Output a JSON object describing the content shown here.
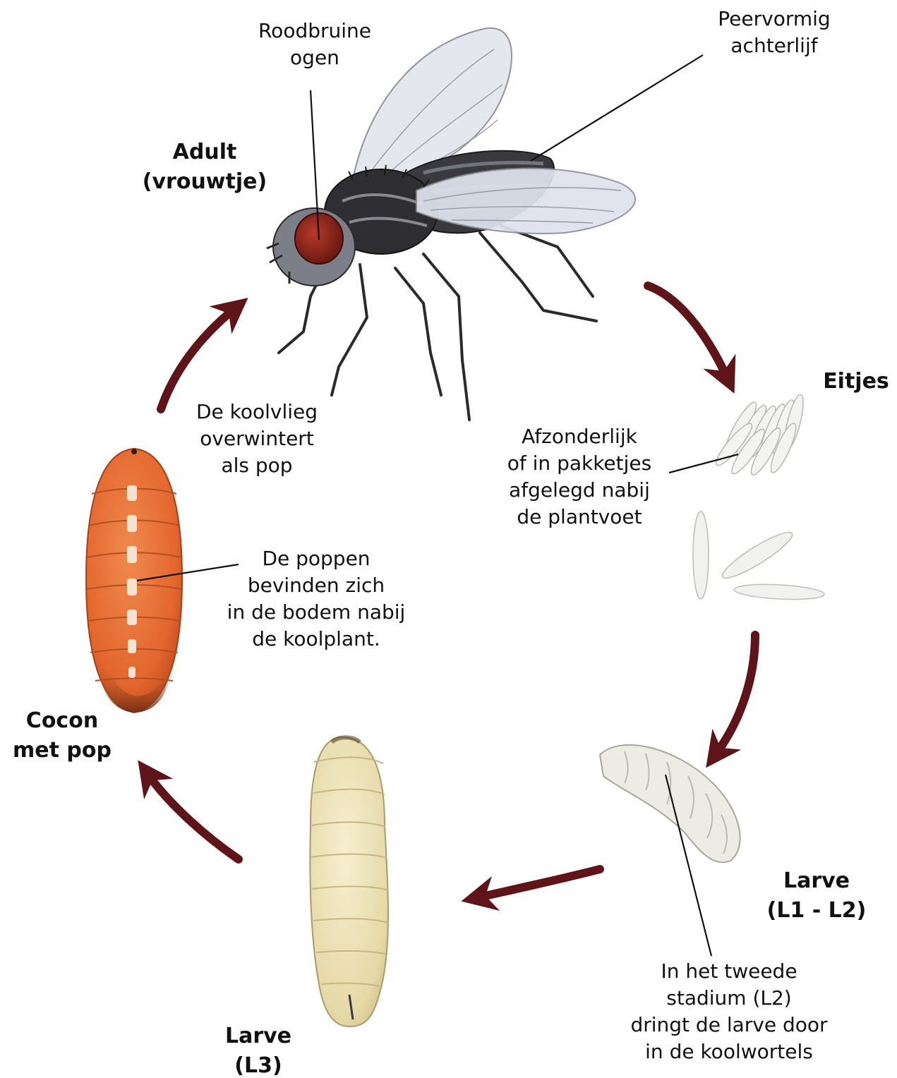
{
  "stages": {
    "adult": "Adult\n(vrouwtje)",
    "eggs": "Eitjes",
    "larva_l1_l2": "Larve\n(L1 - L2)",
    "larva_l3": "Larve\n(L3)",
    "cocoon": "Cocon\nmet pop"
  },
  "annotations": {
    "eyes": "Roodbruine\nogen",
    "abdomen": "Peervormig\nachterlijf",
    "eggs_laid": "Afzonderlijk\nof in pakketjes\nafgelegd nabij\nde plantvoet",
    "larva_entry": "In het tweede\nstadium (L2)\ndringt de larve door\nin de koolwortels",
    "pupae_location": "De poppen\nbevinden zich\nin de bodem nabij\nde koolplant.",
    "overwinter": "De koolvlieg\noverwintert\nals pop"
  },
  "colors": {
    "arrow": "#5e1418",
    "pupa": "#e3662e",
    "larva_l3": "#ece1b8",
    "larva_l1": "#ece9e0",
    "egg": "#f1f1ef",
    "fly_eye": "#8a1f16",
    "fly_body": "#2b2b2b",
    "fly_wing": "#e3e6ee"
  }
}
